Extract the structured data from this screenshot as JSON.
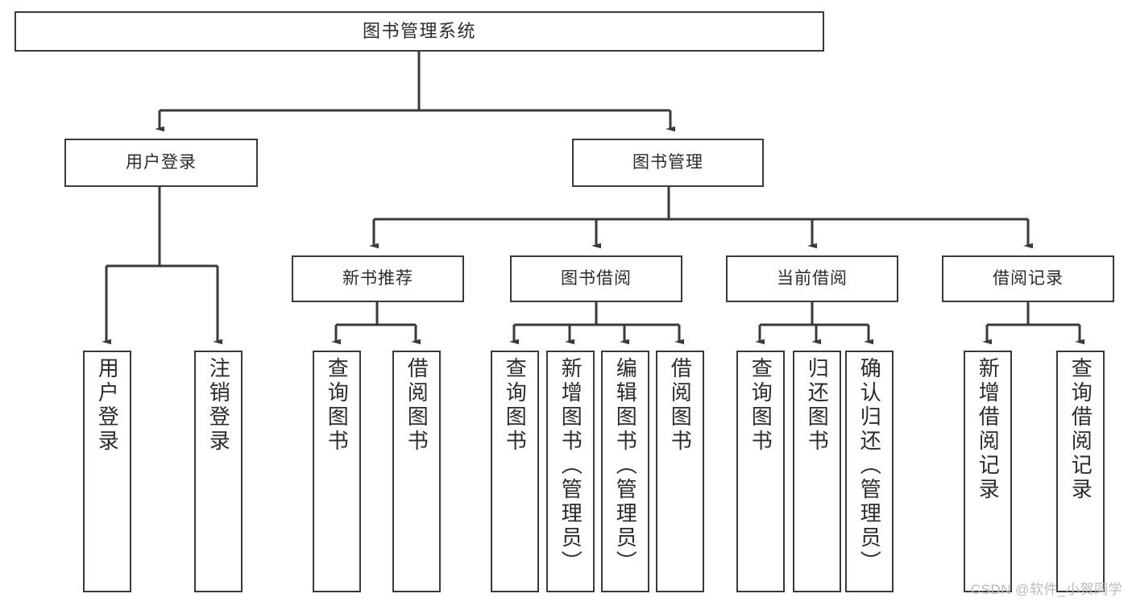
{
  "diagram": {
    "type": "tree",
    "title": "图书管理系统",
    "orientation": "top-down",
    "colors": {
      "box_border": "#3a3a3a",
      "box_fill": "#ffffff",
      "text": "#2b2b2b",
      "connector": "#3a3a3a",
      "watermark": "#b9b9b9",
      "background": "#ffffff"
    }
  },
  "nodes": {
    "root": {
      "label": "图书管理系统"
    },
    "level2": [
      {
        "id": "user-login",
        "label": "用户登录"
      },
      {
        "id": "book-manage",
        "label": "图书管理"
      }
    ],
    "level3": [
      {
        "id": "new-book-rec",
        "label": "新书推荐"
      },
      {
        "id": "book-borrow",
        "label": "图书借阅"
      },
      {
        "id": "current-borrow",
        "label": "当前借阅"
      },
      {
        "id": "borrow-record",
        "label": "借阅记录"
      }
    ],
    "leaves": {
      "user_login": [
        {
          "id": "leaf-user-login",
          "label": "用户登录"
        },
        {
          "id": "leaf-logout-login",
          "label": "注销登录"
        }
      ],
      "new_book_rec": [
        {
          "id": "leaf-query-book-1",
          "label": "查询图书"
        },
        {
          "id": "leaf-borrow-book-1",
          "label": "借阅图书"
        }
      ],
      "book_borrow": [
        {
          "id": "leaf-query-book-2",
          "label": "查询图书"
        },
        {
          "id": "leaf-add-book",
          "label": "新增图书（管理员）"
        },
        {
          "id": "leaf-edit-book",
          "label": "编辑图书（管理员）"
        },
        {
          "id": "leaf-borrow-book-2",
          "label": "借阅图书"
        }
      ],
      "current_borrow": [
        {
          "id": "leaf-query-book-3",
          "label": "查询图书"
        },
        {
          "id": "leaf-return-book",
          "label": "归还图书"
        },
        {
          "id": "leaf-confirm-return",
          "label": "确认归还（管理员）"
        }
      ],
      "borrow_record": [
        {
          "id": "leaf-add-record",
          "label": "新增借阅记录"
        },
        {
          "id": "leaf-query-record",
          "label": "查询借阅记录"
        }
      ]
    }
  },
  "watermark": {
    "text": "CSDN @软件_小贺同学"
  }
}
